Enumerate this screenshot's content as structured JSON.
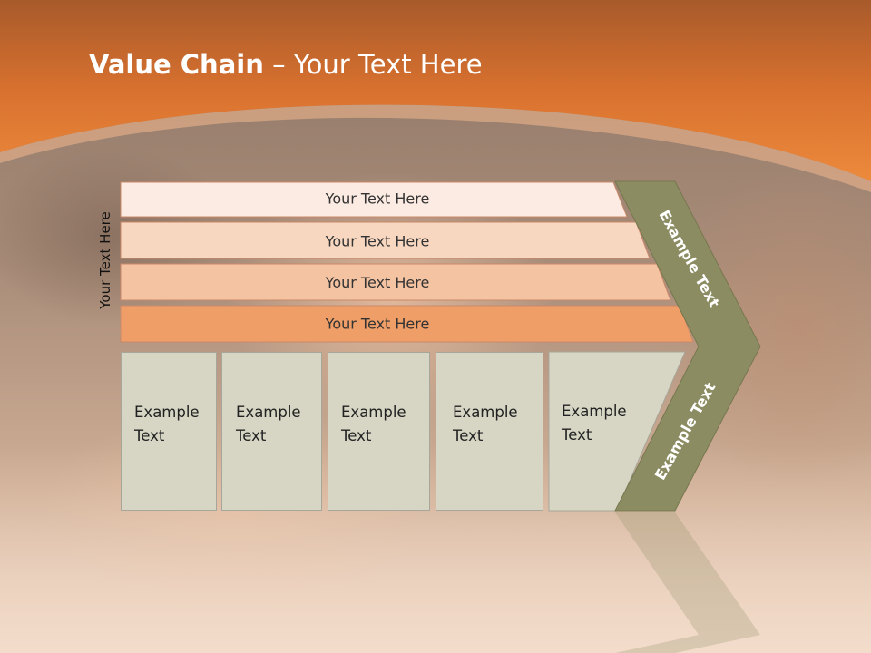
{
  "slide": {
    "title_bold": "Value Chain",
    "title_rest": " – Your Text Here",
    "vertical_label": "Your Text Here"
  },
  "bars": [
    {
      "label": "Your Text Here",
      "color": "#fcebe2"
    },
    {
      "label": "Your Text Here",
      "color": "#f8d7c0"
    },
    {
      "label": "Your Text Here",
      "color": "#f4c3a1"
    },
    {
      "label": "Your Text Here",
      "color": "#ee9e66"
    }
  ],
  "chevron": {
    "top_label": "Example Text",
    "bottom_label": "Example Text",
    "color": "#8c8c63"
  },
  "boxes": [
    {
      "line1": "Example",
      "line2": "Text"
    },
    {
      "line1": "Example",
      "line2": "Text"
    },
    {
      "line1": "Example",
      "line2": "Text"
    },
    {
      "line1": "Example",
      "line2": "Text"
    },
    {
      "line1": "Example",
      "line2": "Text"
    }
  ],
  "colors": {
    "header_orange": "#e8823a",
    "box_fill": "#d7d6c4"
  }
}
